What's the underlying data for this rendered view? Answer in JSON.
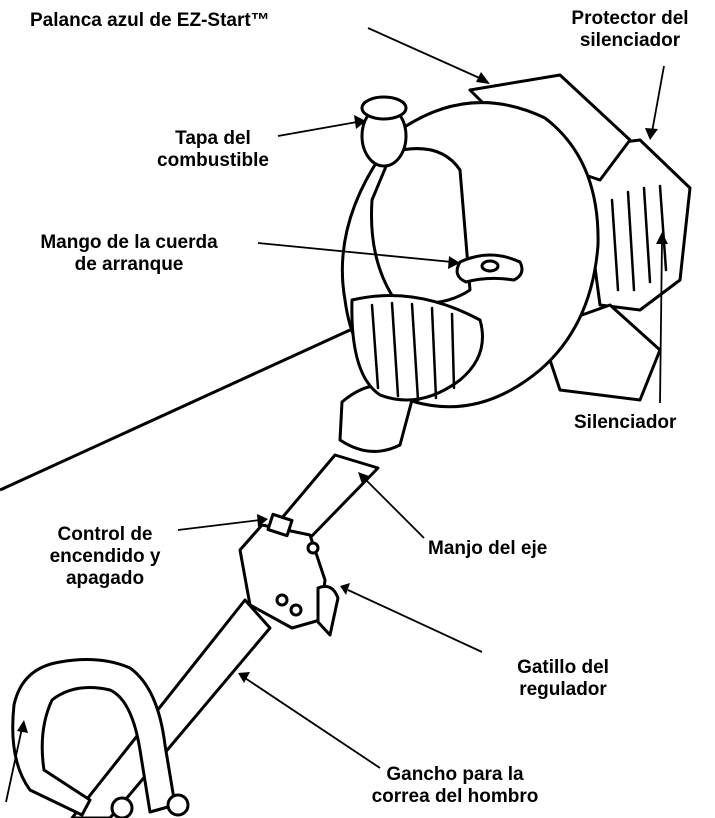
{
  "colors": {
    "ink": "#000000",
    "paper": "#ffffff"
  },
  "labels": {
    "ez_start_lever": [
      "Palanca azul de EZ-Start™"
    ],
    "muffler_guard": [
      "Protector del",
      "silenciador"
    ],
    "fuel_cap": [
      "Tapa del",
      "combustible"
    ],
    "starter_rope_handle": [
      "Mango de la cuerda",
      "de arranque"
    ],
    "muffler": [
      "Silenciador"
    ],
    "on_off_control": [
      "Control de",
      "encendido y",
      "apagado"
    ],
    "shaft_handle": [
      "Manjo del eje"
    ],
    "throttle_trigger": [
      "Gatillo del",
      "regulador"
    ],
    "shoulder_strap_hook": [
      "Gancho para la",
      "correa del hombro"
    ]
  }
}
